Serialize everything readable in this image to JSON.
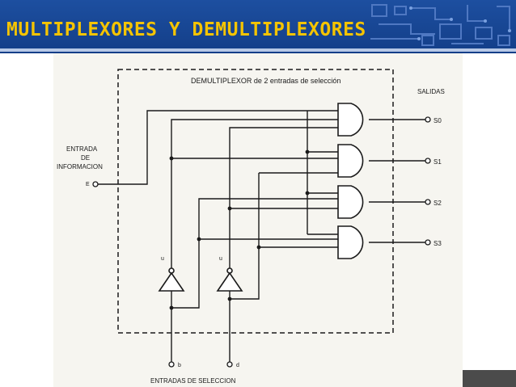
{
  "slide": {
    "title": "MULTIPLEXORES Y DEMULTIPLEXORES"
  },
  "colors": {
    "title_bar": "#1d4fa0",
    "title_text": "#f5c400",
    "scan_background": "#f6f5f0",
    "ink": "#1a1a1a"
  },
  "diagram": {
    "box_title": "DEMULTIPLEXOR de 2 entradas de selección",
    "outputs_title": "SALIDAS",
    "input_title_line1": "ENTRADA",
    "input_title_line2": "DE",
    "input_title_line3": "INFORMACION",
    "input_e_label": "E",
    "select_title": "ENTRADAS DE SELECCION",
    "select_b_label": "b",
    "select_d_label": "d",
    "output_labels": [
      "S0",
      "S1",
      "S2",
      "S3"
    ],
    "inverter_labels": [
      "u",
      "u"
    ]
  }
}
